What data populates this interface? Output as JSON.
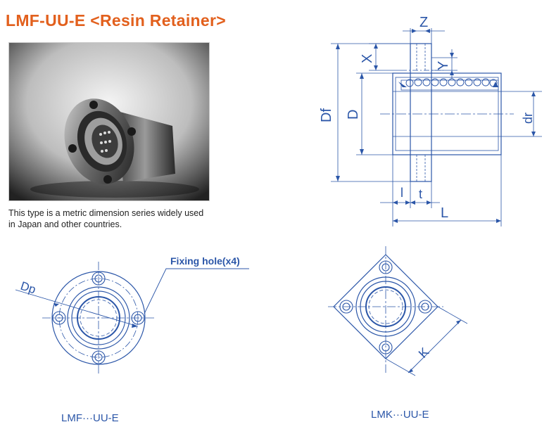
{
  "title": "LMF-UU-E <Resin Retainer>",
  "description": {
    "line1": "This type is a metric dimension series widely used",
    "line2": "in Japan and other countries."
  },
  "side_view": {
    "labels": {
      "z": "Z",
      "x": "X",
      "y": "Y",
      "df": "Df",
      "d": "D",
      "dr": "dr",
      "l_small": "l",
      "t": "t",
      "l_total": "L"
    }
  },
  "flange_round": {
    "dp_label": "Dp",
    "fixing_hole_label": "Fixing hole(x4)",
    "caption": "LMF···UU-E"
  },
  "flange_square": {
    "k_label": "K",
    "caption": "LMK···UU-E"
  },
  "colors": {
    "title": "#e2601d",
    "drawing": "#2b56a8",
    "text": "#222222"
  }
}
